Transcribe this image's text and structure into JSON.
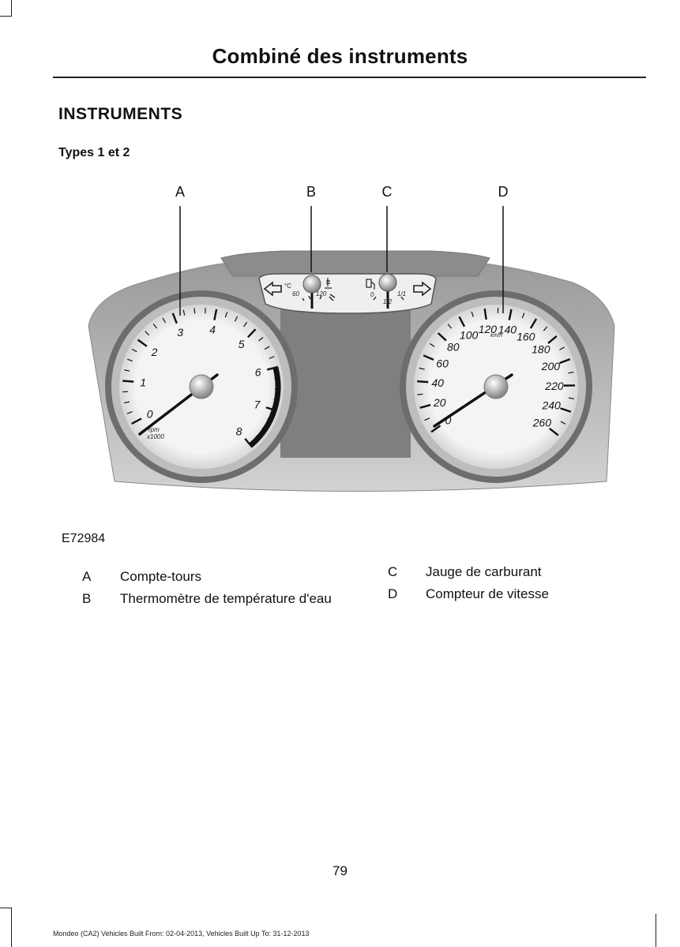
{
  "header": {
    "title": "Combiné des instruments"
  },
  "section": {
    "heading": "INSTRUMENTS",
    "subheading": "Types 1 et 2"
  },
  "figure": {
    "callouts": [
      "A",
      "B",
      "C",
      "D"
    ],
    "tachometer": {
      "scale": [
        "0",
        "1",
        "2",
        "3",
        "4",
        "5",
        "6",
        "7",
        "8"
      ],
      "unit_line1": "rpm",
      "unit_line2": "x1000"
    },
    "temperature_gauge": {
      "unit": "°C",
      "low": "60",
      "high": "120"
    },
    "fuel_gauge": {
      "empty": "0",
      "half": "1/2",
      "full": "1/1"
    },
    "speedometer": {
      "scale": [
        "0",
        "20",
        "40",
        "60",
        "80",
        "100",
        "120",
        "140",
        "160",
        "180",
        "200",
        "220",
        "240",
        "260"
      ],
      "unit": "km/h"
    },
    "id": "E72984"
  },
  "legend": [
    {
      "key": "A",
      "label": "Compte-tours"
    },
    {
      "key": "B",
      "label": "Thermomètre de température d'eau"
    },
    {
      "key": "C",
      "label": "Jauge de carburant"
    },
    {
      "key": "D",
      "label": "Compteur de vitesse"
    }
  ],
  "page_number": "79",
  "footer": "Mondeo (CA2) Vehicles Built From: 02-04-2013, Vehicles Built Up To: 31-12-2013"
}
